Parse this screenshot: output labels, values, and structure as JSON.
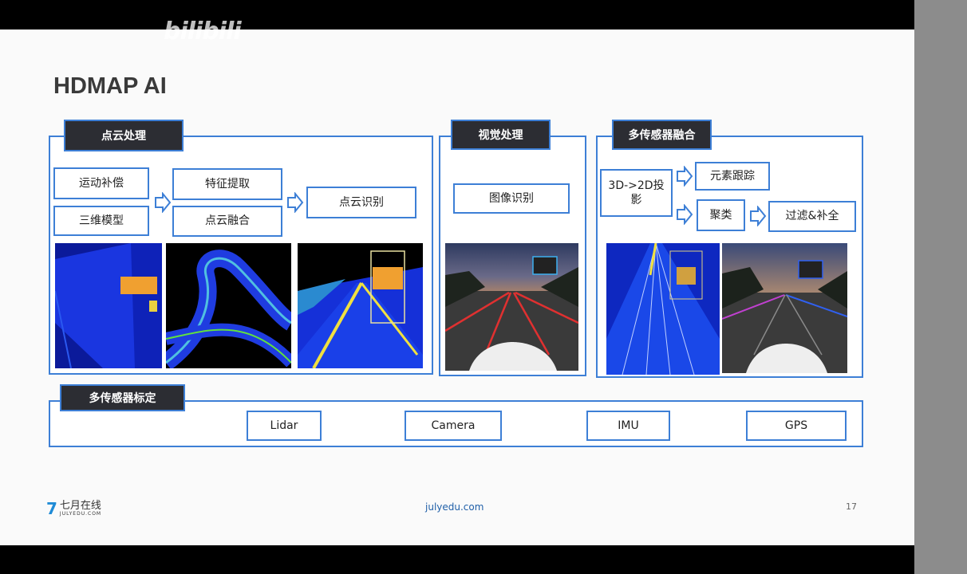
{
  "watermark": "bilibili",
  "slide": {
    "title": "HDMAP AI",
    "pointcloud": {
      "title": "点云处理",
      "boxes": [
        "运动补偿",
        "三维模型",
        "特征提取",
        "点云融合",
        "点云识别"
      ]
    },
    "vision": {
      "title": "视觉处理",
      "box": "图像识别"
    },
    "fusion": {
      "title": "多传感器融合",
      "boxes": [
        "3D->2D投影",
        "元素跟踪",
        "聚类",
        "过滤&补全"
      ]
    },
    "calibration": {
      "title": "多传感器标定",
      "sensors": [
        "Lidar",
        "Camera",
        "IMU",
        "GPS"
      ]
    },
    "footer": {
      "logo_cn": "七月在线",
      "logo_en": "JULYEDU.COM",
      "url": "julyedu.com",
      "page": "17"
    }
  },
  "colors": {
    "accent": "#3d7fd6",
    "title_bg": "#2c2d33",
    "lidar_blue": "#1530d8"
  }
}
